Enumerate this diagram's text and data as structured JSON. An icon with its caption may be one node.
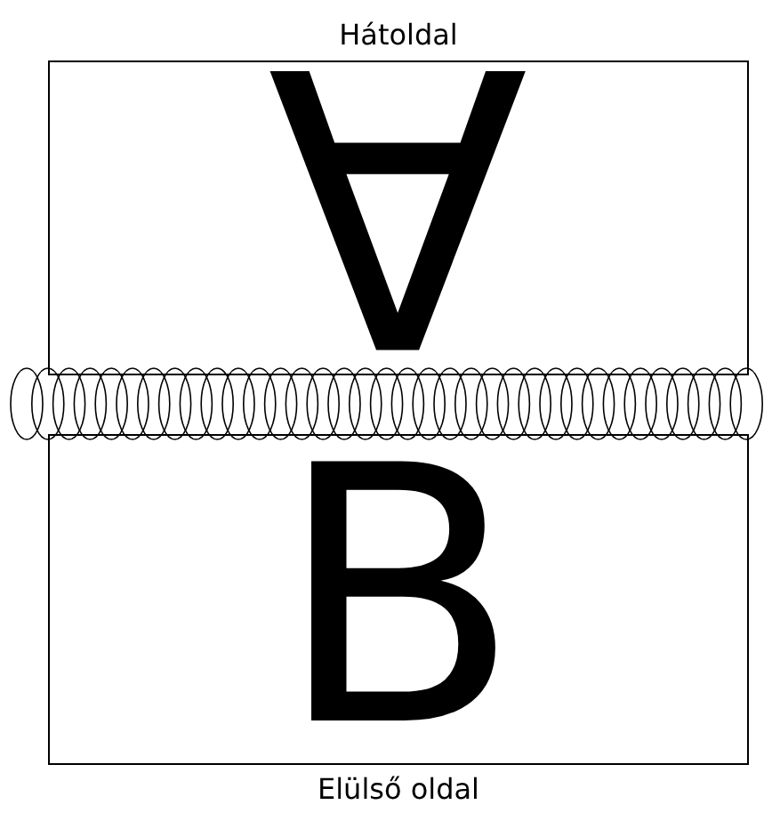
{
  "diagram": {
    "nodes": [
      {
        "text": [
          "Hátoldal",
          "A"
        ]
      },
      {
        "text": [
          "B",
          "Elülső oldal"
        ]
      }
    ]
  }
}
